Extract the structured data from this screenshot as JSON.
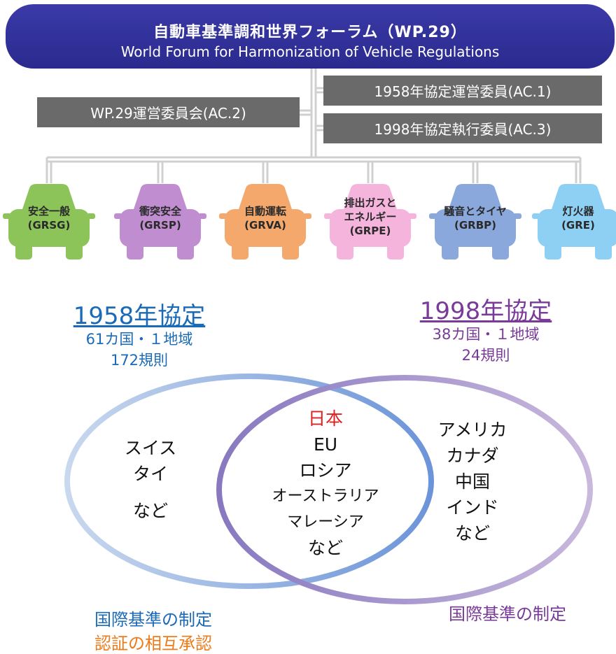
{
  "header": {
    "title": "自動車基準調和世界フォーラム（WP.29）",
    "subtitle": "World Forum for Harmonization of Vehicle Regulations"
  },
  "committees": {
    "ac2": "WP.29運営委員会(AC.2)",
    "ac1": "1958年協定運営委員(AC.1)",
    "ac3": "1998年協定執行委員(AC.3)"
  },
  "groups": [
    {
      "line1": "安全一般",
      "line2": "(GRSG)",
      "line3": "",
      "color": "#8cc45a"
    },
    {
      "line1": "衝突安全",
      "line2": "(GRSP)",
      "line3": "",
      "color": "#c08ed0"
    },
    {
      "line1": "自動運転",
      "line2": "(GRVA)",
      "line3": "",
      "color": "#f4a86c"
    },
    {
      "line1": "排出ガスと",
      "line2": "エネルギー",
      "line3": "(GRPE)",
      "color": "#f5b4dc"
    },
    {
      "line1": "騒音とタイヤ",
      "line2": "(GRBP)",
      "line3": "",
      "color": "#8aa8dc"
    },
    {
      "line1": "灯火器",
      "line2": "(GRE)",
      "line3": "",
      "color": "#8ed0f4"
    }
  ],
  "agreement_1958": {
    "title": "1958年協定",
    "members": "61カ国・１地域",
    "rules": "172規則"
  },
  "agreement_1998": {
    "title": "1998年協定",
    "members": "38カ国・１地域",
    "rules": "24規則"
  },
  "venn": {
    "left_only": [
      "スイス",
      "タイ",
      "など"
    ],
    "both_highlight": "日本",
    "both": [
      "EU",
      "ロシア",
      "オーストラリア",
      "マレーシア",
      "など"
    ],
    "right_only": [
      "アメリカ",
      "カナダ",
      "中国",
      "インド",
      "など"
    ]
  },
  "bottom_left": {
    "line1": "国際基準の制定",
    "line2": "認証の相互承認"
  },
  "bottom_right": {
    "line1": "国際基準の制定"
  },
  "colors": {
    "banner": "#2a2a8e",
    "grey_box": "#6a6a6a",
    "agreement_1958": "#1a6ab8",
    "agreement_1998": "#7a3a9a",
    "mutual_recognition": "#ee7a1a",
    "japan": "#e02020"
  }
}
